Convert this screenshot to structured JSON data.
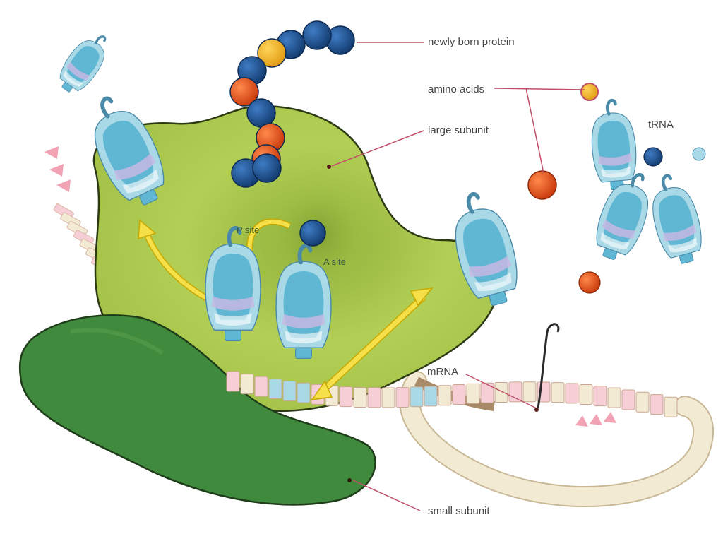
{
  "labels": {
    "newly_born_protein": "newly born protein",
    "amino_acids": "amino acids",
    "large_subunit": "large subunit",
    "trna": "tRNA",
    "p_site": "P site",
    "a_site": "A site",
    "mrna": "mRNA",
    "small_subunit": "small subunit"
  },
  "colors": {
    "large_subunit": "#a9c74a",
    "small_subunit": "#3f8a3c",
    "trna_blue": "#5fb7d3",
    "trna_light": "#a9d9e6",
    "amino_orange": "#e3541f",
    "amino_blue": "#1f4f8f",
    "amino_yellow": "#f2b31c",
    "arrow_yellow": "#f5e04a",
    "leader_line": "#c0506a",
    "mrna_pink": "#f6cfd6",
    "mrna_cream": "#f3ead3"
  },
  "protein_chain_colors": [
    "blue",
    "blue",
    "blue",
    "yellow",
    "blue",
    "orange",
    "blue",
    "orange",
    "orange",
    "blue",
    "blue"
  ]
}
